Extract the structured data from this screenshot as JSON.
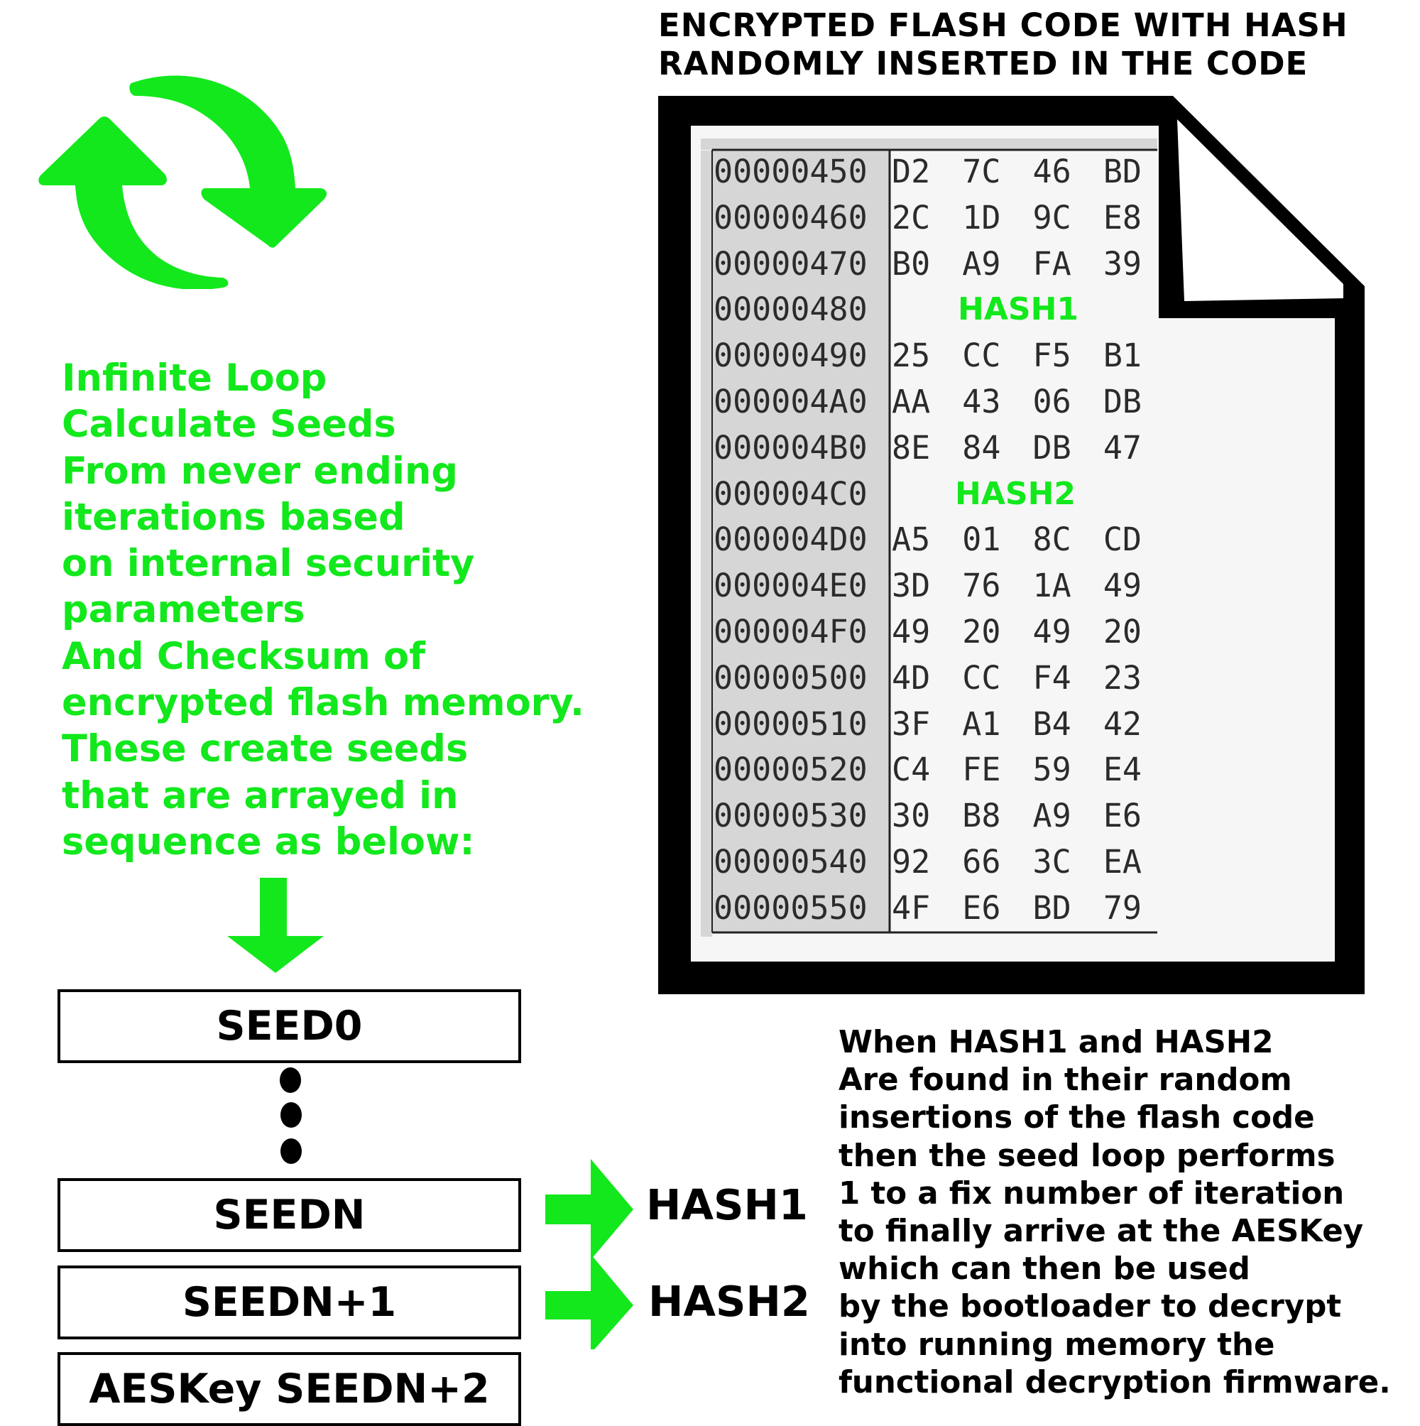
{
  "title": {
    "lines": [
      "ENCRYPTED FLASH CODE WITH HASH",
      "RANDOMLY INSERTED IN THE CODE"
    ]
  },
  "colors": {
    "accent_green": "#12E81C",
    "text_black": "#000000",
    "paper": "#F6F6F6",
    "address_column": "#D6D6D6"
  },
  "icons": {
    "loop": "refresh-icon",
    "flow_down": "arrow-down-icon",
    "flow_right": "arrow-right-icon",
    "document": "document-icon"
  },
  "loop_description": {
    "lines": [
      "Infinite Loop",
      "Calculate Seeds",
      "From never ending",
      "iterations based",
      "on internal security",
      "parameters",
      "And Checksum of",
      "encrypted flash memory.",
      "These create seeds",
      "that are arrayed in",
      "sequence as below:"
    ]
  },
  "hex_dump": {
    "rows": [
      {
        "address": "00000450",
        "bytes": "D2 7C 46 BD",
        "hash": null
      },
      {
        "address": "00000460",
        "bytes": "2C 1D 9C E8",
        "hash": null
      },
      {
        "address": "00000470",
        "bytes": "B0 A9 FA 39",
        "hash": null
      },
      {
        "address": "00000480",
        "bytes": null,
        "hash": "HASH1"
      },
      {
        "address": "00000490",
        "bytes": "25 CC F5 B1",
        "hash": null
      },
      {
        "address": "000004A0",
        "bytes": "AA 43 06 DB",
        "hash": null
      },
      {
        "address": "000004B0",
        "bytes": "8E 84 DB 47",
        "hash": null
      },
      {
        "address": "000004C0",
        "bytes": null,
        "hash": "HASH2"
      },
      {
        "address": "000004D0",
        "bytes": "A5 01 8C CD",
        "hash": null
      },
      {
        "address": "000004E0",
        "bytes": "3D 76 1A 49",
        "hash": null
      },
      {
        "address": "000004F0",
        "bytes": "49 20 49 20",
        "hash": null
      },
      {
        "address": "00000500",
        "bytes": "4D CC F4 23",
        "hash": null
      },
      {
        "address": "00000510",
        "bytes": "3F A1 B4 42",
        "hash": null
      },
      {
        "address": "00000520",
        "bytes": "C4 FE 59 E4",
        "hash": null
      },
      {
        "address": "00000530",
        "bytes": "30 B8 A9 E6",
        "hash": null
      },
      {
        "address": "00000540",
        "bytes": "92 66 3C EA",
        "hash": null
      },
      {
        "address": "00000550",
        "bytes": "4F E6 BD 79",
        "hash": null
      }
    ]
  },
  "seeds": {
    "seed0": "SEED0",
    "seedn": "SEEDN",
    "seedn1": "SEEDN+1",
    "aeskey": "AESKey SEEDN+2",
    "ellipsis_dots": 3
  },
  "hash_labels": {
    "hash1": "HASH1",
    "hash2": "HASH2"
  },
  "explanation": {
    "lines": [
      "When HASH1 and HASH2",
      "Are found in their random",
      "insertions of the flash code",
      "then the seed loop performs",
      "1 to a fix number of iteration",
      "to finally arrive at the AESKey",
      "which can then be used",
      "by the bootloader to decrypt",
      "into running memory the",
      "functional decryption firmware."
    ]
  }
}
